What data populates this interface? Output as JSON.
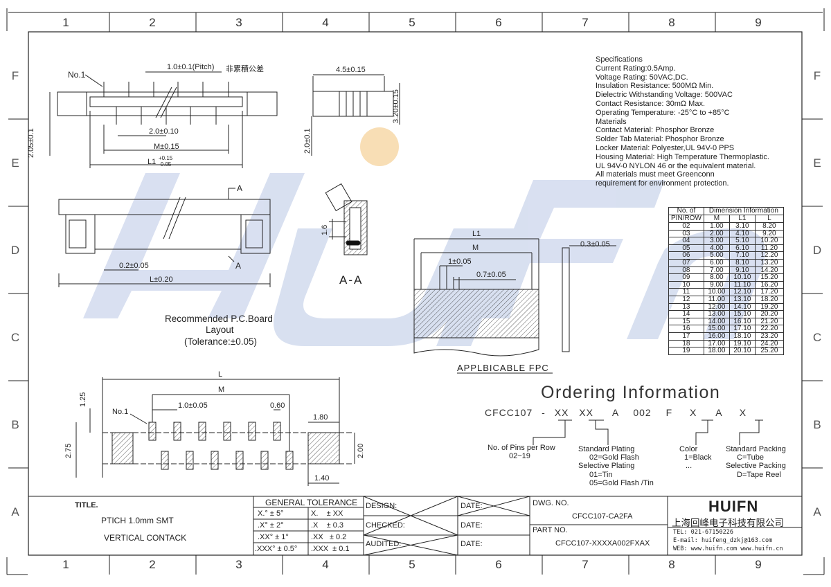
{
  "grid": {
    "columns": [
      "1",
      "2",
      "3",
      "4",
      "5",
      "6",
      "7",
      "8",
      "9"
    ],
    "rows": [
      "F",
      "E",
      "D",
      "C",
      "B",
      "A"
    ]
  },
  "drawing": {
    "labels": {
      "pitch": "1.0±0.1(Pitch)",
      "pitch_note": "非累積公差",
      "no1_top": "No.1",
      "dim_2_05": "2.05±0.1",
      "dim_2_0_10": "2.0±0.10",
      "dim_m_15": "M±0.15",
      "dim_l1": "L1",
      "dim_l1_tol_up": "+0.15",
      "dim_l1_tol_down": "-0.05",
      "dim_4_5": "4.5±0.15",
      "dim_3_20": "3.20±0.15",
      "dim_2_0_1": "2.0±0.1",
      "section_a_top": "A",
      "section_a_bottom": "A",
      "dim_0_2": "0.2±0.05",
      "dim_l_20": "L±0.20",
      "dim_1_6": "1.6",
      "section_view": "A-A",
      "fpc_l1": "L1",
      "fpc_m": "M",
      "fpc_1": "1±0.05",
      "fpc_0_7": "0.7±0.05",
      "fpc_0_3": "0.3±0.05",
      "fpc_caption": "APPLBICABLE FPC",
      "pcb_title_1": "Recommended P.C.Board",
      "pcb_title_2": "Layout",
      "pcb_title_3": "(Tolerance:±0.05)",
      "pcb_l": "L",
      "pcb_m": "M",
      "pcb_1_0": "1.0±0.05",
      "pcb_0_60": "0.60",
      "pcb_1_80": "1.80",
      "pcb_1_25": "1.25",
      "pcb_2_75": "2.75",
      "pcb_2_00": "2.00",
      "pcb_1_40": "1.40",
      "pcb_no1": "No.1"
    }
  },
  "specs": [
    "Specifications",
    "Current Rating:0.5Amp.",
    "Voltage Rating: 50VAC,DC.",
    "Insulation Resistance: 500MΩ Min.",
    "Dielectric Withstanding Voltage: 500VAC",
    "Contact Resistance: 30mΩ Max.",
    "Operating Temperature: -25°C to +85°C",
    "Materials",
    "Contact Material: Phosphor Bronze",
    "Solder Tab Material: Phosphor Bronze",
    "Locker Material: Polyester,UL 94V-0 PPS",
    "Housing Material: High Temperature Thermoplastic.",
    "UL 94V-0 NYLON 46 or the equivalent material.",
    "All materials must meet Greenconn",
    "requirement for environment protection."
  ],
  "dimension_table": {
    "header": {
      "col1_a": "No. of",
      "col1_b": "PIN/ROW",
      "group": "Dimension Information",
      "m": "M",
      "l1": "L1",
      "l": "L"
    },
    "rows": [
      [
        "02",
        "1.00",
        "3.10",
        "8.20"
      ],
      [
        "03",
        "2.00",
        "4.10",
        "9.20"
      ],
      [
        "04",
        "3.00",
        "5.10",
        "10.20"
      ],
      [
        "05",
        "4.00",
        "6.10",
        "11.20"
      ],
      [
        "06",
        "5.00",
        "7.10",
        "12.20"
      ],
      [
        "07",
        "6.00",
        "8.10",
        "13.20"
      ],
      [
        "08",
        "7.00",
        "9.10",
        "14.20"
      ],
      [
        "09",
        "8.00",
        "10.10",
        "15.20"
      ],
      [
        "10",
        "9.00",
        "11.10",
        "16.20"
      ],
      [
        "11",
        "10.00",
        "12.10",
        "17.20"
      ],
      [
        "12",
        "11.00",
        "13.10",
        "18.20"
      ],
      [
        "13",
        "12.00",
        "14.10",
        "19.20"
      ],
      [
        "14",
        "13.00",
        "15.10",
        "20.20"
      ],
      [
        "15",
        "14.00",
        "16.10",
        "21.20"
      ],
      [
        "16",
        "15.00",
        "17.10",
        "22.20"
      ],
      [
        "17",
        "16.00",
        "18.10",
        "23.20"
      ],
      [
        "18",
        "17.00",
        "19.10",
        "24.20"
      ],
      [
        "19",
        "18.00",
        "20.10",
        "25.20"
      ]
    ]
  },
  "ordering": {
    "title": "Ordering Information",
    "code": [
      "CFCC107",
      "-",
      "XX",
      "XX",
      "A",
      "002",
      "F",
      "X",
      "A",
      "X"
    ],
    "pins_1": "No. of Pins per Row",
    "pins_2": "02~19",
    "plating_1": "Standard Plating",
    "plating_2": "02=Gold Flash",
    "plating_3": "Selective Plating",
    "plating_4": "01=Tin",
    "plating_5": "05=Gold Flash /Tin",
    "color_1": "Color",
    "color_2": "1=Black",
    "color_3": "...",
    "pack_1": "Standard Packing",
    "pack_2": "C=Tube",
    "pack_3": "Selective Packing",
    "pack_4": "D=Tape Reel"
  },
  "title_block": {
    "title_label": "TITLE.",
    "title_1": "PTICH 1.0mm SMT",
    "title_2": "VERTICAL CONTACK",
    "tol_header": "GENERAL TOLERANCE",
    "tol_left": [
      "X.° ± 5°",
      ".X° ± 2°",
      ".XX° ± 1°",
      ".XXX° ± 0.5°"
    ],
    "tol_right": [
      "X.    ± XX",
      ".X    ± 0.3",
      ".XX   ± 0.2",
      ".XXX  ± 0.1"
    ],
    "design": "DESIGN:",
    "checked": "CHECKED:",
    "audited": "AUDITED:",
    "date": "DATE:",
    "dwg_label": "DWG. NO.",
    "dwg_no": "CFCC107-CA2FA",
    "part_label": "PART NO.",
    "part_no": "CFCC107-XXXXA002FXAX",
    "logo": "HUIFN",
    "company": "上海回峰电子科技有限公司",
    "tel": "TEL: 021-67150226",
    "email": "E-mail: huifeng_dzkj@163.com",
    "web": "WEB: www.huifn.com  www.huifn.cn"
  },
  "colors": {
    "line": "#222222",
    "watermark": "#c9d3ea",
    "watermark_dot": "#f5c98a"
  }
}
